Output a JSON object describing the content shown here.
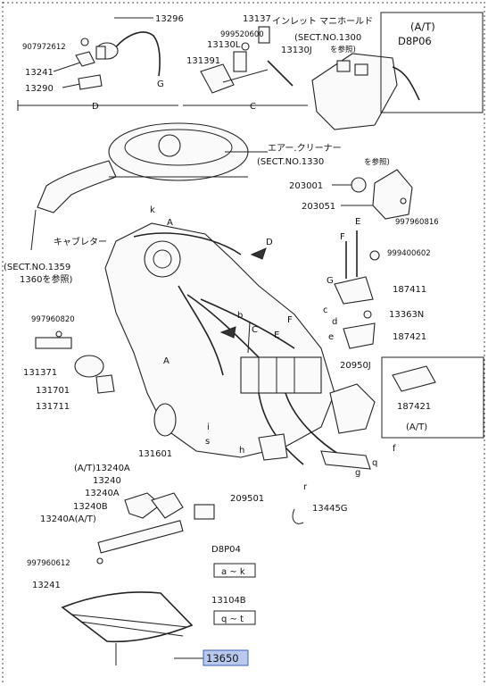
{
  "labels": {
    "p13296": "13296",
    "p907972612": "907972612",
    "p13241_top": "13241",
    "p13290": "13290",
    "g_top": "G",
    "d_sec": "D",
    "c_sec": "C",
    "p13137": "13137",
    "p999520600": "999520600",
    "p13130l": "13130L",
    "p131391": "131391",
    "p13130j": "13130J",
    "inlet_jp": "インレット マニホールド",
    "sect1300": "(SECT.NO.1300",
    "ref1300": "を参照)",
    "at_top": "(A/T)",
    "d8p06": "D8P06",
    "aircleaner_jp": "エアー.クリーナー",
    "sect1330": "(SECT.NO.1330",
    "ref1330": "を参照)",
    "p203001": "203001",
    "p203051": "203051",
    "p997960816": "997960816",
    "k_top": "k",
    "a_top": "A",
    "carb_jp": "キャブレター",
    "sect1359": "(SECT.NO.1359",
    "ref1360": "1360を参照)",
    "d_arrow": "D",
    "e_lbl": "E",
    "f_lbl": "F",
    "p999400602": "999400602",
    "g_mid": "G",
    "p187411": "187411",
    "p13363n": "13363N",
    "p187421": "187421",
    "p997960820": "997960820",
    "p131371": "131371",
    "p131701": "131701",
    "p131711": "131711",
    "a_mid": "A",
    "b_lbl": "b",
    "c_arrow": "C",
    "c_lbl": "c",
    "d_lbl": "d",
    "e_sm": "e",
    "f_mid": "F",
    "e_mid": "E",
    "p20950j": "20950J",
    "p187421_box": "187421",
    "at_box": "(A/T)",
    "i_lbl": "i",
    "s_lbl": "s",
    "h_lbl": "h",
    "p131601": "131601",
    "f_sm": "f",
    "q_lbl": "q",
    "g_sm": "g",
    "r_lbl": "r",
    "at13240a": "(A/T)13240A",
    "p13240": "13240",
    "p13240a": "13240A",
    "p13240b": "13240B",
    "p13240a_at": "13240A(A/T)",
    "p209501": "209501",
    "p13445g": "13445G",
    "p997960612": "997960612",
    "d8p04": "D8P04",
    "a_k": "a ~ k",
    "p13241_bot": "13241",
    "p13104b": "13104B",
    "q_t": "q ~ t",
    "p13650": "13650"
  }
}
